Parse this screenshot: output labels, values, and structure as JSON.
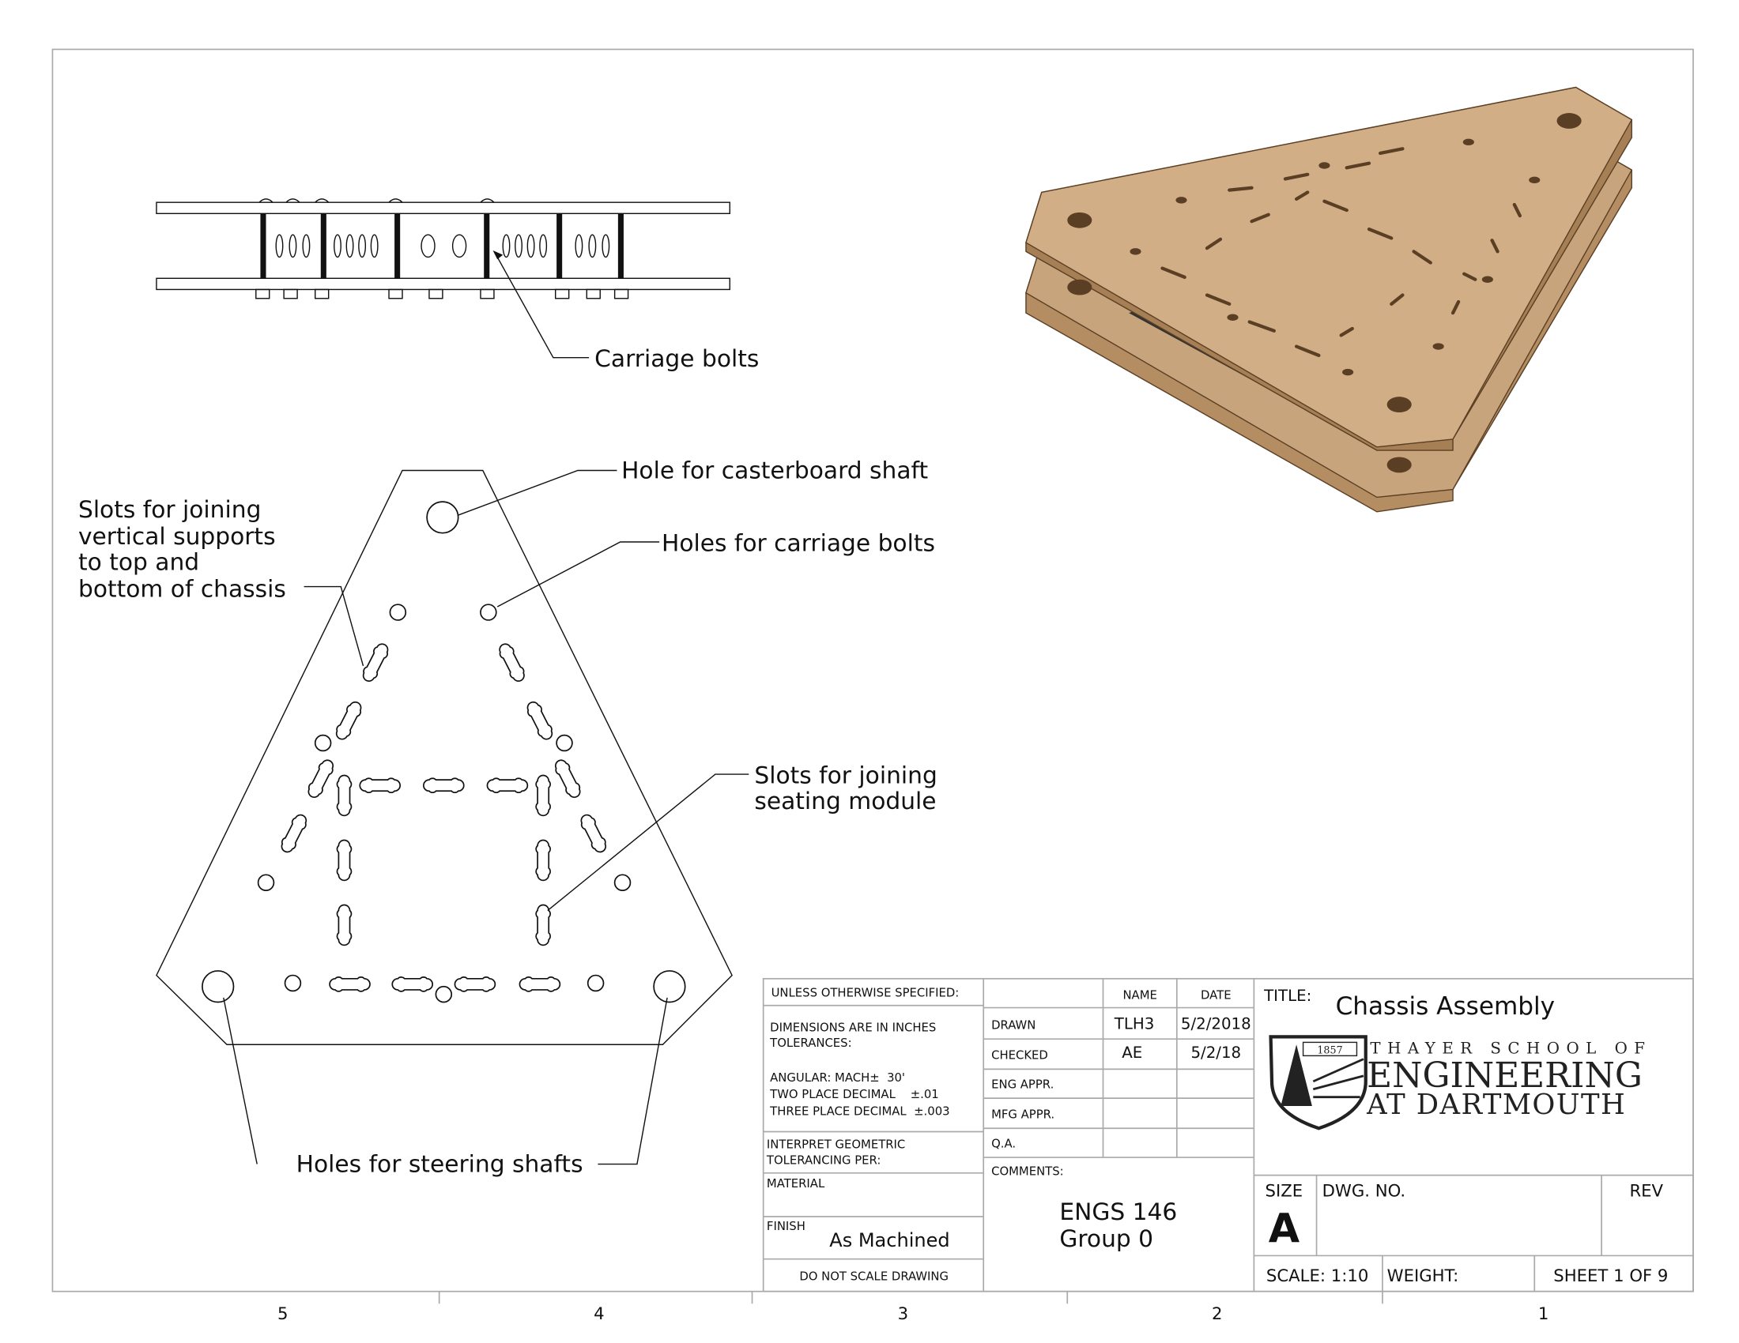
{
  "zones": [
    "5",
    "4",
    "3",
    "2",
    "1"
  ],
  "callouts": {
    "carriage_bolts": "Carriage bolts",
    "casterboard_hole": "Hole for casterboard shaft",
    "carriage_bolt_holes": "Holes for carriage bolts",
    "vertical_slots": [
      "Slots for joining",
      "vertical supports",
      "to top and",
      "bottom of chassis"
    ],
    "seating_slots": [
      "Slots for joining",
      "seating module"
    ],
    "steering_holes": "Holes for steering shafts"
  },
  "title_block": {
    "unless": "UNLESS OTHERWISE SPECIFIED:",
    "dims": [
      "DIMENSIONS ARE IN INCHES",
      "TOLERANCES:"
    ],
    "tolerances": [
      "ANGULAR: MACH±  30'",
      "TWO PLACE DECIMAL    ±.01",
      "THREE PLACE DECIMAL  ±.003"
    ],
    "interpret": [
      "INTERPRET GEOMETRIC",
      "TOLERANCING PER:"
    ],
    "material_label": "MATERIAL",
    "finish_label": "FINISH",
    "finish_value": "As Machined",
    "do_not_scale": "DO NOT SCALE DRAWING",
    "name_header": "NAME",
    "date_header": "DATE",
    "rows": [
      {
        "label": "DRAWN",
        "name": "TLH3",
        "date": "5/2/2018"
      },
      {
        "label": "CHECKED",
        "name": "AE",
        "date": "5/2/18"
      },
      {
        "label": "ENG APPR.",
        "name": "",
        "date": ""
      },
      {
        "label": "MFG APPR.",
        "name": "",
        "date": ""
      },
      {
        "label": "Q.A.",
        "name": "",
        "date": ""
      }
    ],
    "comments_label": "COMMENTS:",
    "comments": [
      "ENGS 146",
      "Group 0"
    ],
    "title_label": "TITLE:",
    "title": "Chassis Assembly",
    "logo": {
      "line1": "THAYER SCHOOL OF",
      "line2": "ENGINEERING",
      "line3": "AT DARTMOUTH",
      "year": "1857"
    },
    "size_label": "SIZE",
    "size": "A",
    "dwg_no_label": "DWG.  NO.",
    "rev_label": "REV",
    "scale": "SCALE: 1:10",
    "weight": "WEIGHT:",
    "sheet": "SHEET 1 OF 9"
  },
  "colors": {
    "wood": "#c8a47c",
    "wood_edge": "#7a5a3a",
    "line": "#111111"
  }
}
